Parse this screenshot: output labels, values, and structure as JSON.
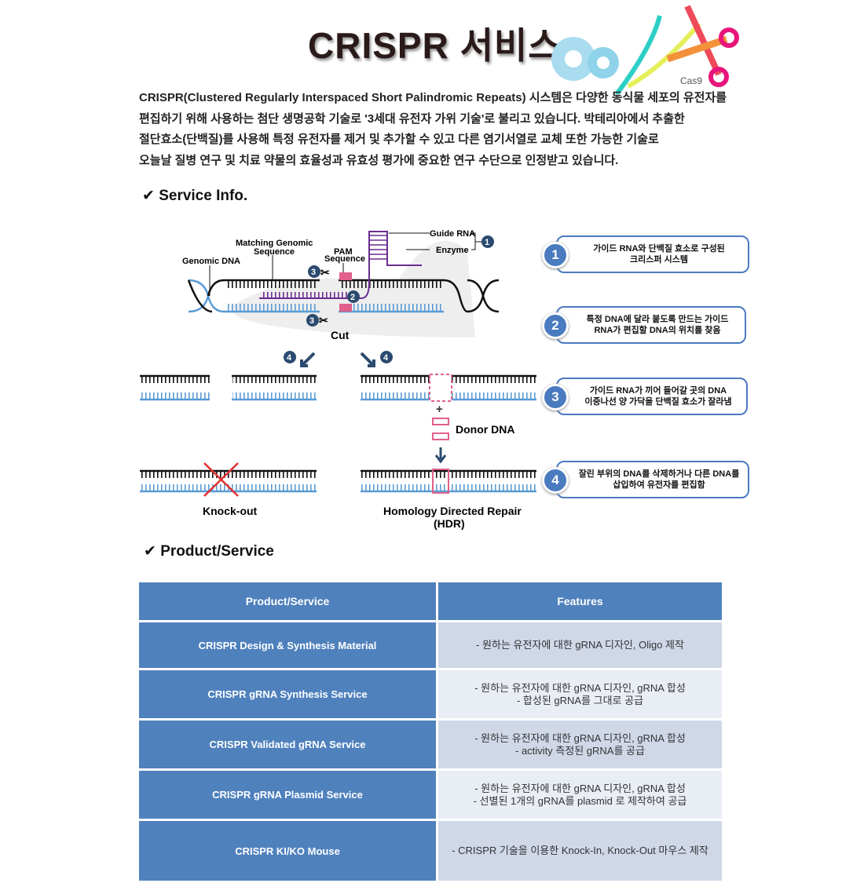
{
  "header": {
    "title": "CRISPR 서비스",
    "logo_label": "Cas9"
  },
  "intro": [
    "CRISPR(Clustered Regularly Interspaced Short Palindromic Repeats) 시스템은 다양한 동식물 세포의 유전자를",
    "편집하기 위해 사용하는 첨단 생명공학 기술로 '3세대 유전자 가위 기술'로 불리고 있습니다. 박테리아에서 추출한",
    "절단효소(단백질)를 사용해 특정 유전자를 제거 및 추가할 수 있고 다른 염기서열로 교체 또한 가능한 기술로",
    "오늘날 질병 연구 및 치료 약물의 효율성과 유효성 평가에 중요한 연구 수단으로 인정받고 있습니다."
  ],
  "service_info": {
    "heading": "✔ Service Info."
  },
  "diagram": {
    "genomic_dna": "Genomic DNA",
    "matching_1": "Matching Genomic",
    "matching_2": "Sequence",
    "pam_1": "PAM",
    "pam_2": "Sequence",
    "guide_rna": "Guide RNA",
    "enzyme": "Enzyme",
    "cut": "Cut",
    "donor_dna": "Donor DNA",
    "knockout": "Knock-out",
    "hdr_1": "Homology Directed Repair",
    "hdr_2": "(HDR)",
    "n1": "1",
    "n2": "2",
    "n3": "3",
    "n4": "4"
  },
  "callouts": [
    {
      "num": "1",
      "line1": "가이드 RNA와 단백질 효소로 구성된",
      "line2": "크리스퍼 시스템"
    },
    {
      "num": "2",
      "line1": "특정 DNA에 달라 붙도록 만드는 가이드",
      "line2": "RNA가 편집할 DNA의 위치를 찾음"
    },
    {
      "num": "3",
      "line1": "가이드 RNA가 끼어 들어갈 곳의 DNA",
      "line2": "이중나선 양 가닥을 단백질 효소가 잘라냄"
    },
    {
      "num": "4",
      "line1": "잘린 부위의 DNA를 삭제하거나 다른 DNA를",
      "line2": "삽입하여 유전자를 편집함"
    }
  ],
  "product_service": {
    "heading": "✔ Product/Service"
  },
  "table": {
    "headers": [
      "Product/Service",
      "Features"
    ],
    "rows": [
      {
        "product": "CRISPR Design & Synthesis Material",
        "f1": "- 원하는 유전자에 대한 gRNA 디자인, Oligo 제작",
        "f2": ""
      },
      {
        "product": "CRISPR gRNA Synthesis Service",
        "f1": "- 원하는 유전자에 대한 gRNA 디자인, gRNA 합성",
        "f2": "- 합성된 gRNA를 그대로 공급"
      },
      {
        "product": "CRISPR Validated gRNA Service",
        "f1": "- 원하는 유전자에 대한 gRNA 디자인, gRNA 합성",
        "f2": "- activity 측정된 gRNA를 공급"
      },
      {
        "product": "CRISPR gRNA Plasmid Service",
        "f1": "- 원하는 유전자에 대한 gRNA 디자인, gRNA 합성",
        "f2": "- 선별된 1개의 gRNA를 plasmid 로 제작하여 공급"
      },
      {
        "product": "CRISPR KI/KO Mouse",
        "f1": "- CRISPR 기술을 이용한 Knock-In, Knock-Out 마우스 제작",
        "f2": ""
      }
    ]
  },
  "colors": {
    "accent": "#4f81bd",
    "pink": "#e0608a",
    "purple": "#6a2c91",
    "blue": "#5b9bd5"
  }
}
